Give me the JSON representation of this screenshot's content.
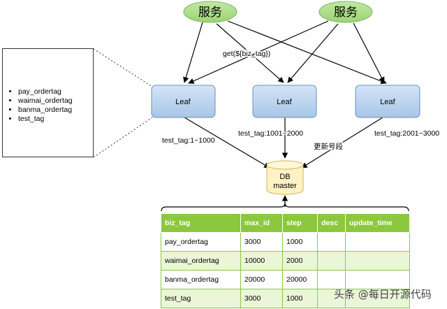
{
  "services": [
    "服务",
    "服务"
  ],
  "leaves": [
    "Leaf",
    "Leaf",
    "Leaf"
  ],
  "db": {
    "line1": "DB",
    "line2": "master"
  },
  "edge_labels": {
    "get": "get(${biz_tag})",
    "leaf1_range": "test_tag:1~1000",
    "leaf2_range": "test_tag:1001~2000",
    "leaf3_range": "test_tag:2001~3000",
    "update": "更新号段"
  },
  "tag_list": [
    "pay_ordertag",
    "waimai_ordertag",
    "banma_ordertag",
    "test_tag"
  ],
  "table": {
    "headers": [
      "biz_tag",
      "max_id",
      "step",
      "desc",
      "update_time"
    ],
    "rows": [
      [
        "pay_ordertag",
        "3000",
        "1000",
        "",
        ""
      ],
      [
        "waimai_ordertag",
        "10000",
        "2000",
        "",
        ""
      ],
      [
        "banma_ordertag",
        "20000",
        "20000",
        "",
        ""
      ],
      [
        "test_tag",
        "3000",
        "1000",
        "",
        ""
      ]
    ]
  },
  "watermark": "头条 @每日开源代码",
  "colors": {
    "service_fill": "#a9dc84",
    "leaf_fill": "#bdd5ef",
    "db_fill": "#fff2c5",
    "table_header": "#8cc83d",
    "table_alt_row": "#ebf5d8"
  }
}
